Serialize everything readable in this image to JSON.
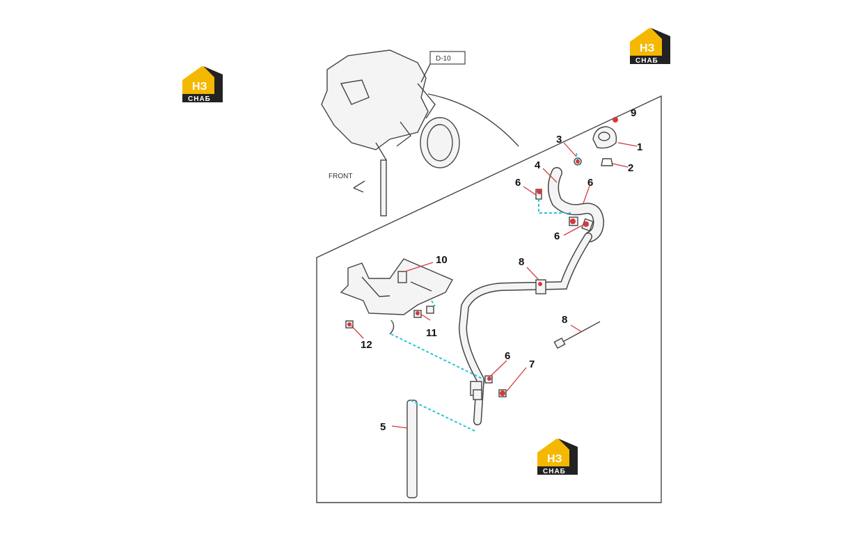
{
  "logo": {
    "top": "НЗ",
    "bottom": "СНАБ"
  },
  "ref_box": "D-10",
  "front_label": "FRONT",
  "callouts": {
    "c1": "1",
    "c2": "2",
    "c3": "3",
    "c4": "4",
    "c5": "5",
    "c6a": "6",
    "c6b": "6",
    "c6c": "6",
    "c6d": "6",
    "c7": "7",
    "c8a": "8",
    "c8b": "8",
    "c9": "9",
    "c10": "10",
    "c11": "11",
    "c12": "12"
  },
  "colors": {
    "leader": "#d43a3a",
    "dashed_link": "#27c6d6",
    "logo_yellow": "#f5b800",
    "logo_dark": "#222222"
  }
}
